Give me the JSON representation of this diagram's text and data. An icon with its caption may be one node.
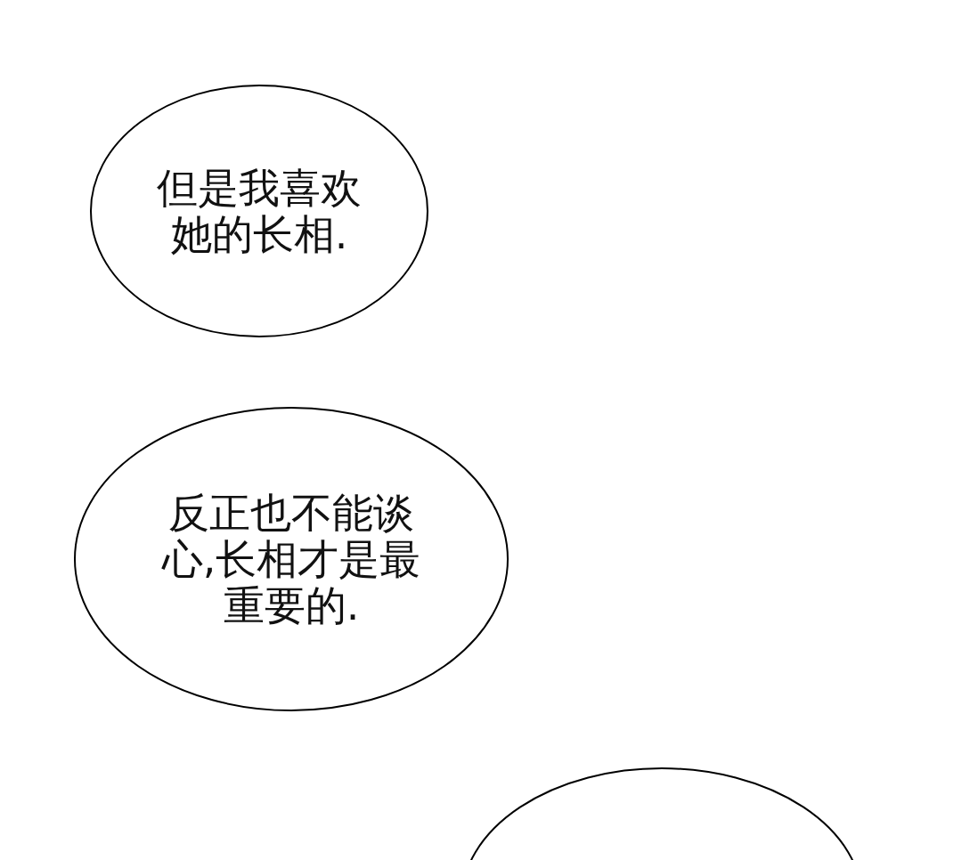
{
  "diagram": {
    "nodes": [
      {
        "text": [
          "但是我喜欢她的长相."
        ]
      },
      {
        "text": [
          "反正也不能谈心,长相才是最重要的."
        ]
      },
      {
        "text": [],
        "shape": "ellipse"
      }
    ]
  }
}
